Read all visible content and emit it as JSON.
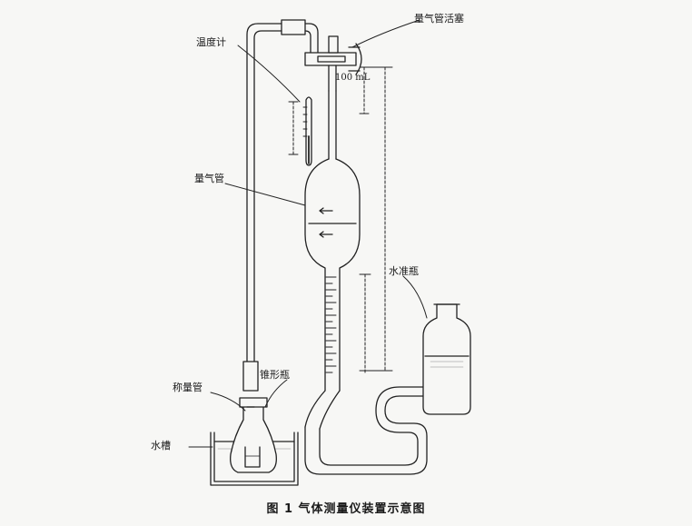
{
  "labels": {
    "stopcock": "量气管活塞",
    "thermometer": "温度计",
    "gas_burette": "量气管",
    "leveling_bottle": "水准瓶",
    "weighing_tube": "称量管",
    "conical_flask": "锥形瓶",
    "water_bath": "水槽"
  },
  "volume_mark": "100 mL",
  "caption": "图 1   气体测量仪装置示意图"
}
